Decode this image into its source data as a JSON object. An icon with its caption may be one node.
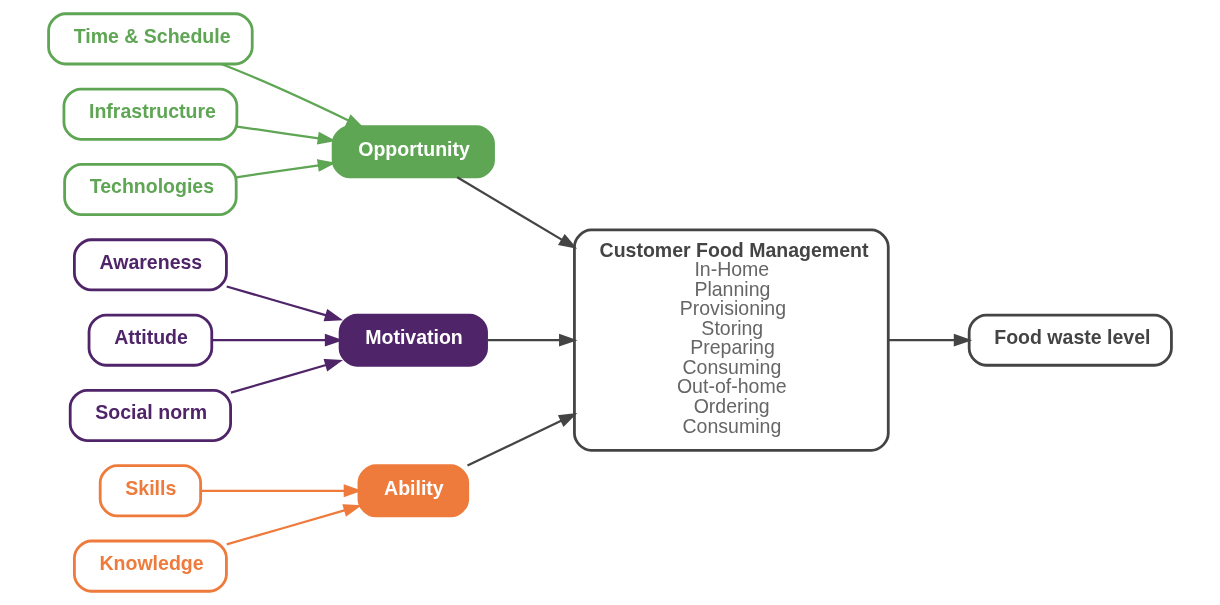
{
  "diagram": {
    "nodes": [
      {
        "text": [
          "Time & Schedule"
        ]
      },
      {
        "text": [
          "Infrastructure"
        ]
      },
      {
        "text": [
          "Technologies"
        ]
      },
      {
        "text": [
          "Opportunity"
        ]
      },
      {
        "text": [
          "Awareness"
        ]
      },
      {
        "text": [
          "Attitude"
        ]
      },
      {
        "text": [
          "Social norm"
        ]
      },
      {
        "text": [
          "Motivation"
        ]
      },
      {
        "text": [
          "Ability"
        ]
      },
      {
        "text": [
          "Skills"
        ]
      },
      {
        "text": [
          "Knowledge"
        ]
      },
      {
        "text": [
          "Customer Food Management",
          "In-Home",
          "Planning",
          "Provisioning",
          "Storing",
          "Preparing",
          "Consuming",
          "Out-of-home",
          "Ordering",
          "Consuming"
        ]
      },
      {
        "text": [
          "Food waste level"
        ]
      }
    ],
    "edges": [
      {
        "from": 0,
        "to": 3,
        "arrow": "to",
        "color": "#5ea554"
      },
      {
        "from": 1,
        "to": 3,
        "arrow": "to",
        "color": "#5ea554"
      },
      {
        "from": 2,
        "to": 3,
        "arrow": "to",
        "color": "#5ea554"
      },
      {
        "from": 4,
        "to": 7,
        "arrow": "to",
        "color": "#4f2469"
      },
      {
        "from": 5,
        "to": 7,
        "arrow": "to",
        "color": "#4f2469"
      },
      {
        "from": 6,
        "to": 7,
        "arrow": "to",
        "color": "#4f2469"
      },
      {
        "from": 9,
        "to": 8,
        "arrow": "to",
        "color": "#ee7a3b"
      },
      {
        "from": 10,
        "to": 8,
        "arrow": "to",
        "color": "#ee7a3b"
      },
      {
        "from": 3,
        "to": 11,
        "arrow": "to"
      },
      {
        "from": 7,
        "to": 11,
        "arrow": "to"
      },
      {
        "from": 8,
        "to": 11,
        "arrow": "to"
      },
      {
        "from": 11,
        "to": 12,
        "arrow": "to"
      }
    ]
  }
}
